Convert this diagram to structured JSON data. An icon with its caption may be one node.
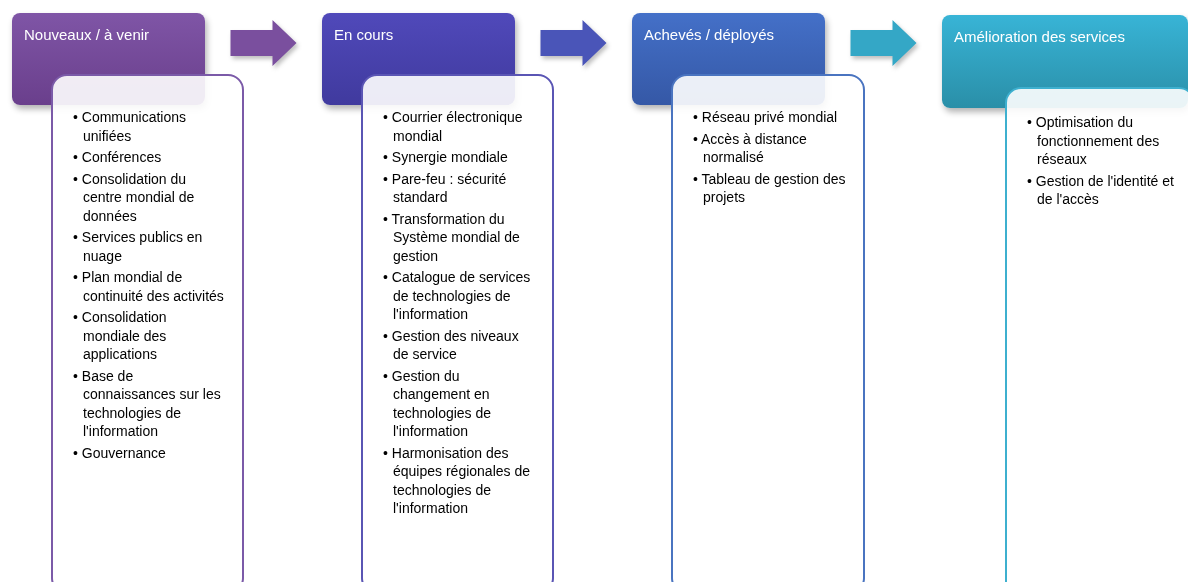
{
  "diagram": {
    "nodes": [
      {
        "text": [
          "Nouveaux / à venir"
        ]
      },
      {
        "text": [
          "• Communications unifiées",
          "• Conférences",
          "• Consolidation du centre mondial de données",
          "• Services publics en nuage",
          "• Plan mondial de continuité des activités",
          "• Consolidation mondiale des applications",
          "• Base de connaissances sur les technologies de l'information",
          "• Gouvernance"
        ]
      },
      {
        "text": [
          "En cours"
        ]
      },
      {
        "text": [
          "• Courrier électronique mondial",
          "• Synergie mondiale",
          "• Pare-feu : sécurité standard",
          "• Transformation du Système mondial de gestion",
          "• Catalogue de services de technologies de l'information",
          "• Gestion des niveaux de service",
          "• Gestion du changement en technologies de l'information",
          "• Harmonisation des équipes régionales de technologies de l'information"
        ]
      },
      {
        "text": [
          "Achevés / déployés"
        ]
      },
      {
        "text": [
          "• Réseau privé mondial",
          "• Accès à distance normalisé",
          "• Tableau de gestion des projets"
        ]
      },
      {
        "text": [
          "Amélioration des services"
        ]
      },
      {
        "text": [
          "• Optimisation du fonctionnement des réseaux",
          "• Gestion de l'identité et de l'accès"
        ]
      }
    ],
    "edges": [
      {
        "from": 0,
        "to": 2,
        "arrow": "to",
        "style": "thick",
        "color": "#7a4f9e"
      },
      {
        "from": 2,
        "to": 4,
        "arrow": "to",
        "style": "thick",
        "color": "#4a55b8"
      },
      {
        "from": 4,
        "to": 6,
        "arrow": "to",
        "style": "thick",
        "color": "#34a7c6"
      }
    ]
  }
}
